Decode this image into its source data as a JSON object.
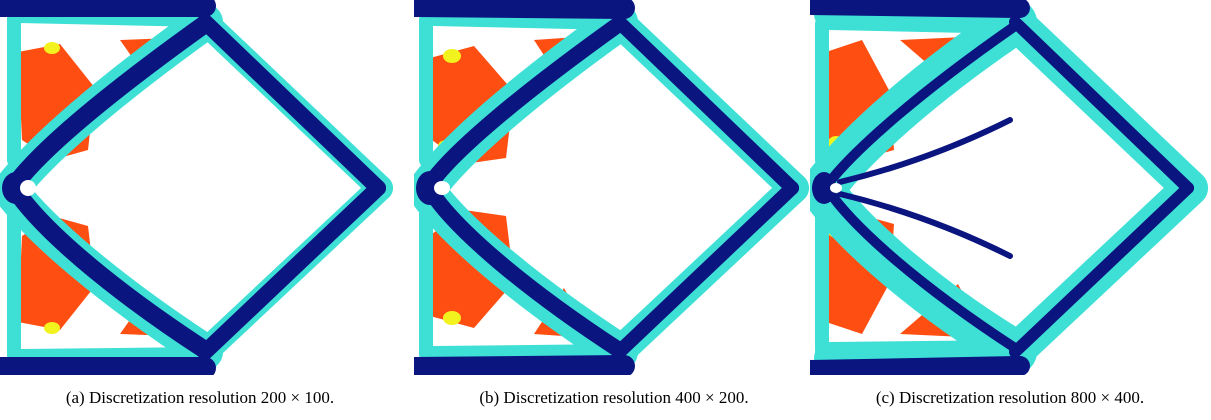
{
  "figure": {
    "panels": [
      {
        "caption": "(a) Discretization resolution 200 × 100."
      },
      {
        "caption": "(b) Discretization resolution 400 × 200."
      },
      {
        "caption": "(c) Discretization resolution 800 × 400."
      }
    ]
  },
  "colors": {
    "background": "#ffffff",
    "dark_blue": "#0b1580",
    "cyan": "#3ee0d6",
    "orange": "#ff4e12",
    "yellow": "#f2f21e"
  }
}
